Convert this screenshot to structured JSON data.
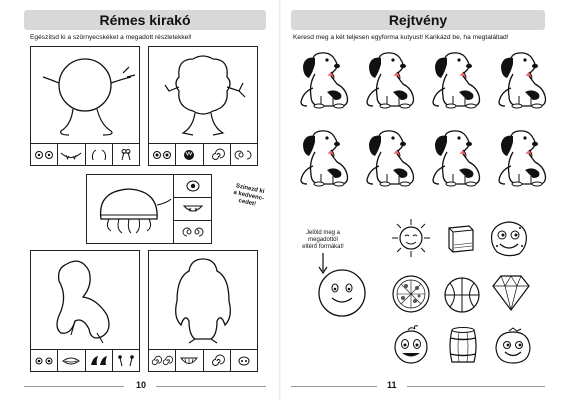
{
  "left_page": {
    "title": "Rémes kirakó",
    "instruction": "Egészítsd ki a szörnyecskéket a megadott részletekkel!",
    "side_note": [
      "Színezd ki",
      "a kedvenc-",
      "cedet!"
    ],
    "page_number": "10"
  },
  "right_page": {
    "title": "Rejtvény",
    "instruction": "Keresd meg a két teljesen egyforma kutyust! Karikázd be, ha megtaláltad!",
    "odd_one_hint": [
      "Jelöld meg a megadottól",
      "eltérő formákat!"
    ],
    "page_number": "11",
    "shapes": [
      "sun-icon",
      "book-icon",
      "cookie-face-icon",
      "smiley-ball-icon",
      "pizza-icon",
      "basketball-icon",
      "diamond-icon",
      "orange-face-icon",
      "barrel-icon",
      "tomato-face-icon"
    ]
  },
  "colors": {
    "title_bar": "#d8d8d8",
    "ink": "#111111",
    "footer_rule": "#999999"
  }
}
